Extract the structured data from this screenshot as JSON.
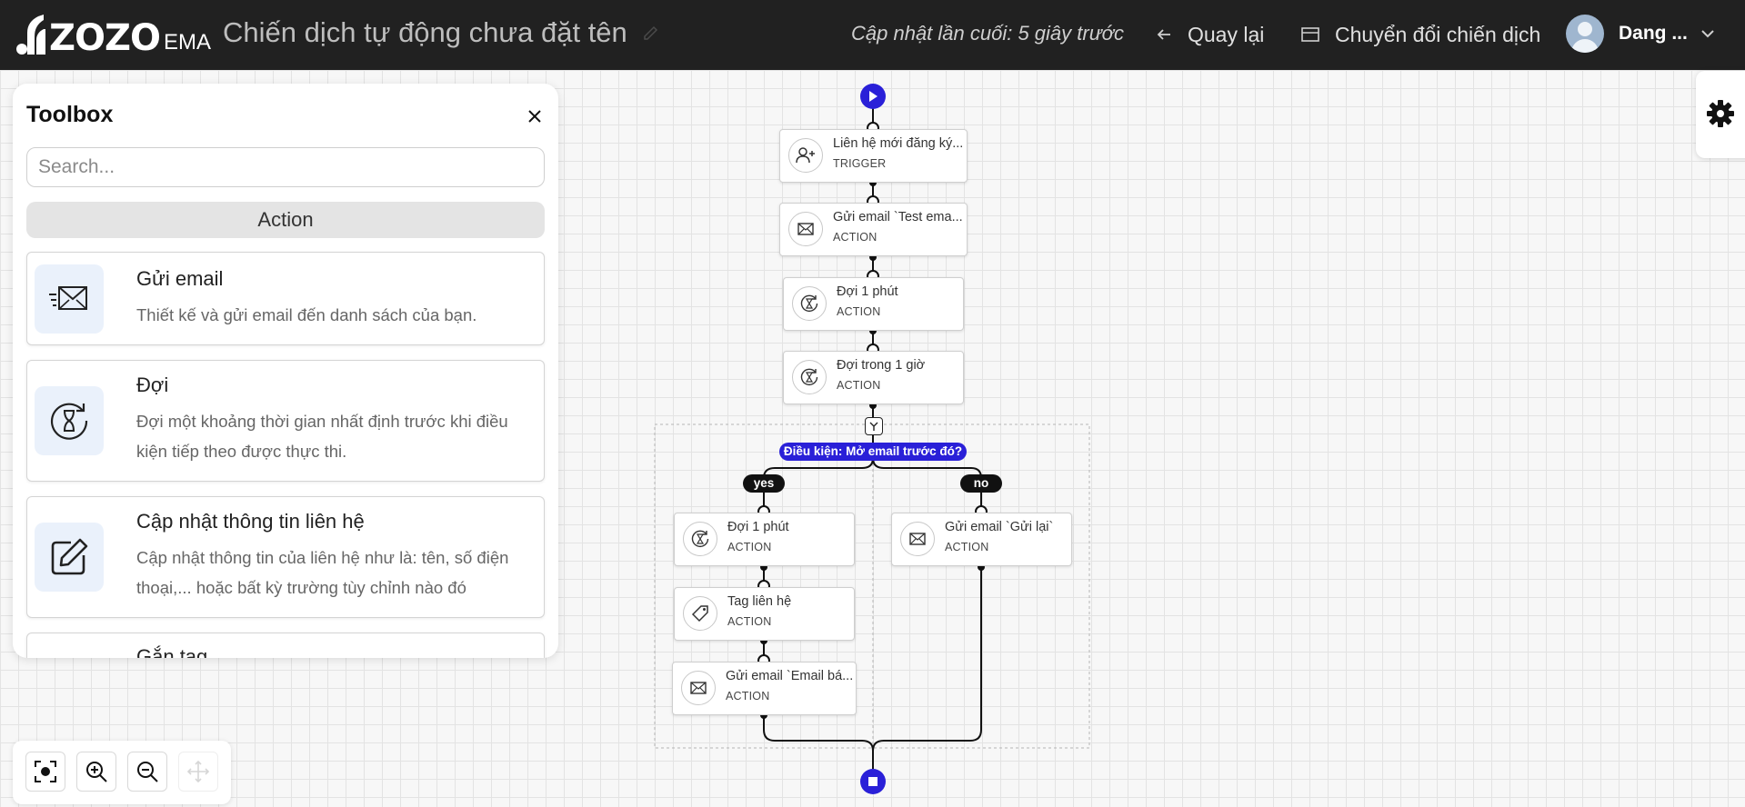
{
  "header": {
    "logo_text": "ZOZO",
    "logo_sub": "EMA",
    "campaign_title": "Chiến dịch tự động chưa đặt tên",
    "last_updated": "Cập nhật lần cuối: 5 giây trước",
    "back_label": "Quay lại",
    "switch_label": "Chuyển đổi chiến dịch",
    "user_name": "Dang ..."
  },
  "toolbox": {
    "title": "Toolbox",
    "search_placeholder": "Search...",
    "section_label": "Action",
    "items": [
      {
        "name": "Gửi email",
        "desc": "Thiết kế và gửi email đến danh sách của bạn.",
        "icon": "email-send-icon"
      },
      {
        "name": "Đợi",
        "desc": "Đợi một khoảng thời gian nhất định trước khi điều kiện tiếp theo được thực thi.",
        "icon": "timer-icon"
      },
      {
        "name": "Cập nhật thông tin liên hệ",
        "desc": "Cập nhật thông tin của liên hệ như là: tên, số điện thoại,... hoặc bất kỳ trường tùy chỉnh nào đó",
        "icon": "edit-icon"
      },
      {
        "name": "Gắn tag",
        "desc": "",
        "icon": "tag-icon"
      }
    ]
  },
  "flow": {
    "nodes": [
      {
        "title": "Liên hệ mới đăng ký...",
        "type": "TRIGGER",
        "icon": "add-user-icon"
      },
      {
        "title": "Gửi email `Test ema...",
        "type": "ACTION",
        "icon": "email-icon"
      },
      {
        "title": "Đợi 1 phút",
        "type": "ACTION",
        "icon": "timer-icon"
      },
      {
        "title": "Đợi trong 1 giờ",
        "type": "ACTION",
        "icon": "timer-icon"
      },
      {
        "title": "Đợi 1 phút",
        "type": "ACTION",
        "icon": "timer-icon"
      },
      {
        "title": "Tag liên hệ",
        "type": "ACTION",
        "icon": "tag-icon"
      },
      {
        "title": "Gửi email `Email bá...",
        "type": "ACTION",
        "icon": "email-icon"
      },
      {
        "title": "Gửi email `Gửi lại`",
        "type": "ACTION",
        "icon": "email-icon"
      }
    ],
    "condition_label": "Điều kiện: Mở email trước đó?",
    "yes_label": "yes",
    "no_label": "no"
  },
  "colors": {
    "header_bg": "#212121",
    "accent": "#2a20d8",
    "pill_dark": "#111111"
  }
}
